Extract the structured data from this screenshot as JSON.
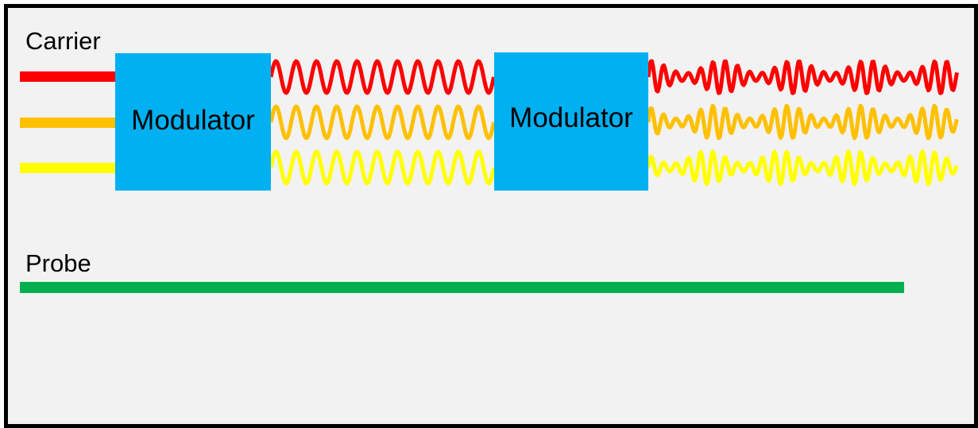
{
  "labels": {
    "carrier": "Carrier",
    "probe": "Probe"
  },
  "modulators": [
    {
      "label": "Modulator"
    },
    {
      "label": "Modulator"
    }
  ],
  "colors": {
    "background": "#f2f2f2",
    "border": "#000000",
    "modulator_fill": "#00b0f0",
    "probe": "#00b050",
    "carrier_lines": [
      "#ff0000",
      "#ffc000",
      "#ffff00"
    ]
  },
  "carrier_lines": [
    {
      "color": "#ff0000"
    },
    {
      "color": "#ffc000"
    },
    {
      "color": "#ffff00"
    }
  ]
}
